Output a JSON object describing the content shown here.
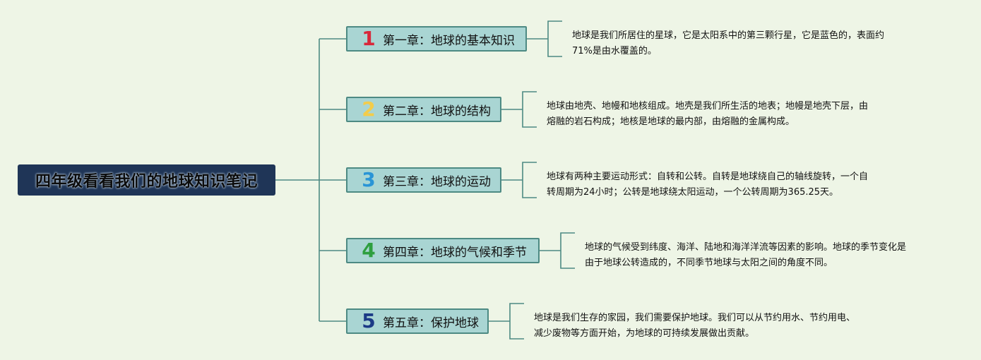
{
  "root": {
    "title": "四年级看看我们的地球知识笔记"
  },
  "chapters": [
    {
      "number": "1",
      "number_color": "#d8283a",
      "title": "第一章：地球的基本知识",
      "description": [
        "地球是我们所居住的星球，它是太阳系中的第三颗行星，它是蓝色的，表面约",
        "71%是由水覆盖的。"
      ]
    },
    {
      "number": "2",
      "number_color": "#f3cc4a",
      "title": "第二章：地球的结构",
      "description": [
        "地球由地壳、地幔和地核组成。地壳是我们所生活的地表；地幔是地壳下层，由",
        "熔融的岩石构成；地核是地球的最内部，由熔融的金属构成。"
      ]
    },
    {
      "number": "3",
      "number_color": "#2a95d6",
      "title": "第三章：地球的运动",
      "description": [
        "地球有两种主要运动形式：自转和公转。自转是地球绕自己的轴线旋转，一个自",
        "转周期为24小时；公转是地球绕太阳运动，一个公转周期为365.25天。"
      ]
    },
    {
      "number": "4",
      "number_color": "#2e9f3f",
      "title": "第四章：地球的气候和季节",
      "description": [
        "地球的气候受到纬度、海洋、陆地和海洋洋流等因素的影响。地球的季节变化是",
        "由于地球公转造成的，不同季节地球与太阳之间的角度不同。"
      ]
    },
    {
      "number": "5",
      "number_color": "#1b3a86",
      "title": "第五章：保护地球",
      "description": [
        "地球是我们生存的家园，我们需要保护地球。我们可以从节约用水、节约用电、",
        "减少废物等方面开始，为地球的可持续发展做出贡献。"
      ]
    }
  ]
}
